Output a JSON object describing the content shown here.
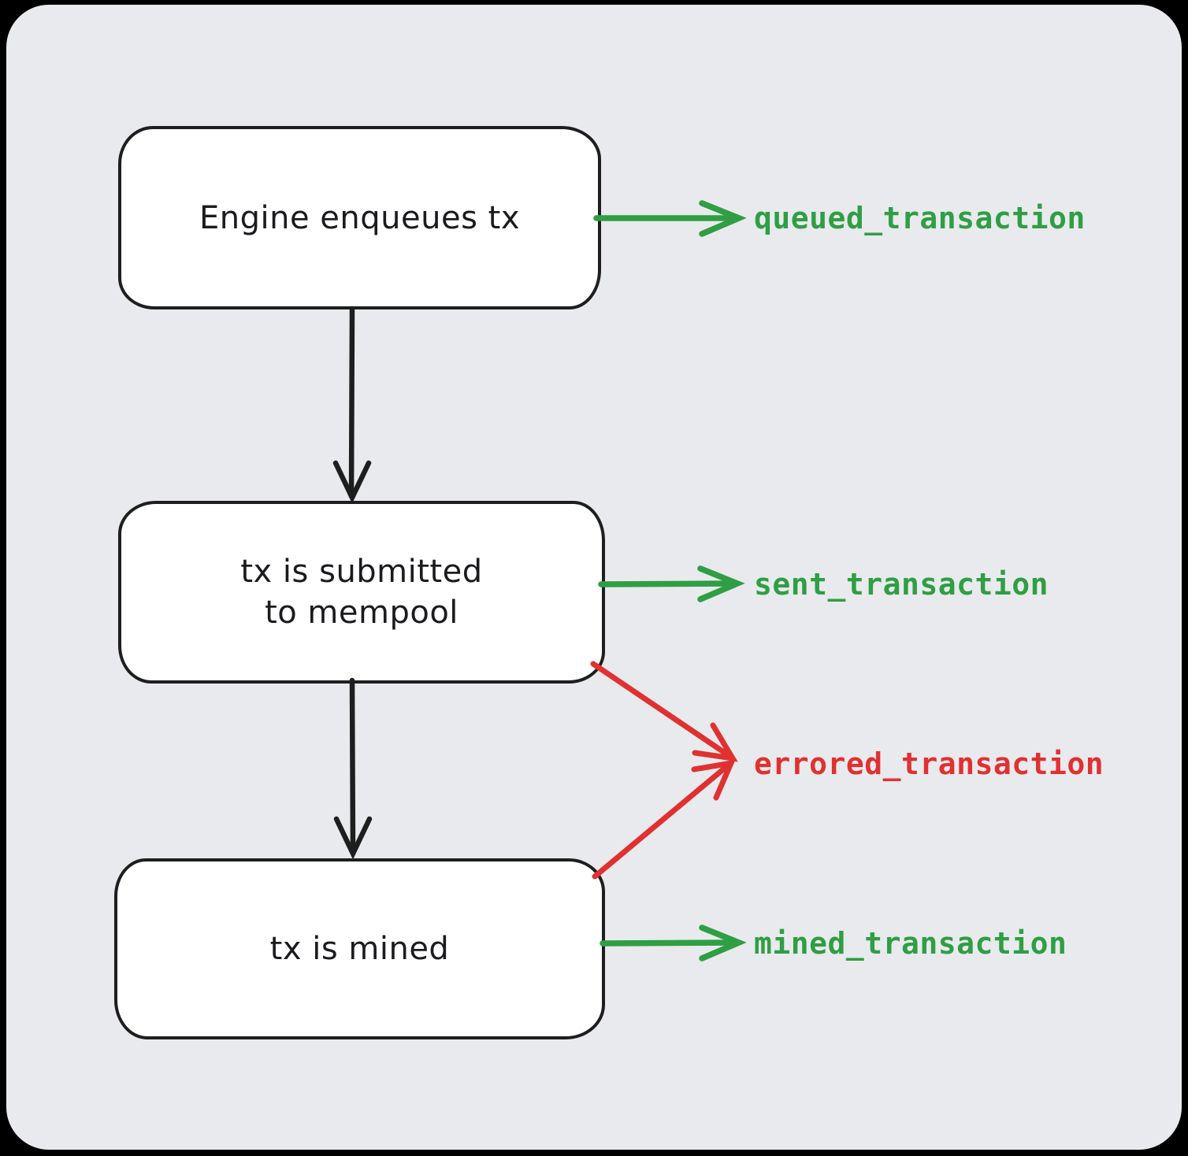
{
  "diagram": {
    "description": "transaction lifecycle flowchart",
    "colors": {
      "canvas_background": "#e9eaed",
      "outside_background": "#000000",
      "node_fill": "#ffffff",
      "stroke": "#1e1e1e",
      "success_green": "#2f9e44",
      "error_red": "#e03131"
    },
    "nodes": {
      "enqueue": {
        "label": "Engine enqueues tx"
      },
      "mempool": {
        "lines": [
          "tx is submitted",
          "to mempool"
        ]
      },
      "mined": {
        "label": "tx is mined"
      }
    },
    "events": {
      "queued": {
        "label": "queued_transaction",
        "status": "success"
      },
      "sent": {
        "label": "sent_transaction",
        "status": "success"
      },
      "errored": {
        "label": "errored_transaction",
        "status": "error"
      },
      "mined": {
        "label": "mined_transaction",
        "status": "success"
      }
    },
    "edges": [
      {
        "from": "enqueue",
        "to": "mempool",
        "style": "black-down-arrow"
      },
      {
        "from": "mempool",
        "to": "mined",
        "style": "black-down-arrow"
      },
      {
        "from": "enqueue",
        "to": "queued_transaction",
        "style": "green-arrow"
      },
      {
        "from": "mempool",
        "to": "sent_transaction",
        "style": "green-arrow"
      },
      {
        "from": "mempool",
        "to": "errored_transaction",
        "style": "red-arrow"
      },
      {
        "from": "mined",
        "to": "errored_transaction",
        "style": "red-arrow"
      },
      {
        "from": "mined",
        "to": "mined_transaction",
        "style": "green-arrow"
      }
    ]
  }
}
